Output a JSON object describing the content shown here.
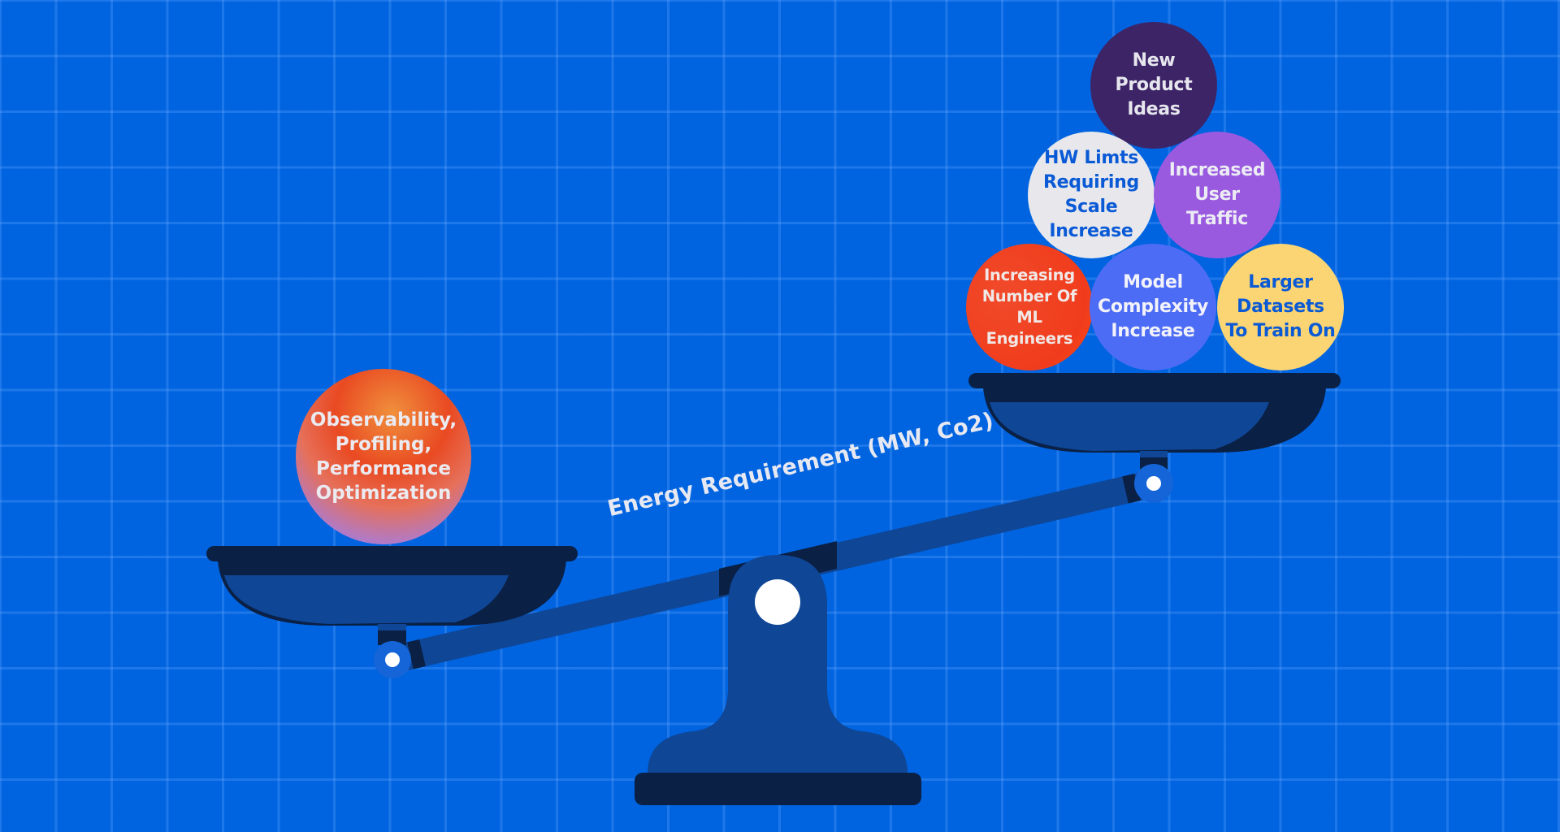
{
  "diagram": {
    "type": "balance-scale",
    "beam_label": "Energy Requirement (MW, Co2)",
    "left_pan": {
      "items": [
        {
          "label": "Observability,\nProfiling,\nPerformance\nOptimization",
          "color": "gradient orange-red to lavender",
          "text_color": "#eaeaf0"
        }
      ]
    },
    "right_pan": {
      "items": [
        {
          "label": "New\nProduct\nIdeas",
          "color": "#3d2466",
          "text_color": "#e6e6ee"
        },
        {
          "label": "HW Limts\nRequiring\nScale\nIncrease",
          "color": "#e8e8ec",
          "text_color": "#0a5ad6"
        },
        {
          "label": "Increased\nUser\nTraffic",
          "color": "#9a5ae0",
          "text_color": "#ececf4"
        },
        {
          "label": "Increasing\nNumber Of\nML\nEngineers",
          "color": "#f04020",
          "text_color": "#f0e8e6"
        },
        {
          "label": "Model\nComplexity\nIncrease",
          "color": "#4d6cf5",
          "text_color": "#f2f2fa"
        },
        {
          "label": "Larger\nDatasets\nTo Train On",
          "color": "#fbd574",
          "text_color": "#0a5ad6"
        }
      ]
    },
    "colors": {
      "background": "#0064e0",
      "grid": "#2a7ae8",
      "scale_body": "#0f4696",
      "scale_dark": "#0a2045",
      "pivot_light": "#1565d8",
      "pivot_dot": "#ffffff"
    },
    "tilt": "right pan heavier (lower), left pan lighter (higher) — visually: right pan raised"
  }
}
